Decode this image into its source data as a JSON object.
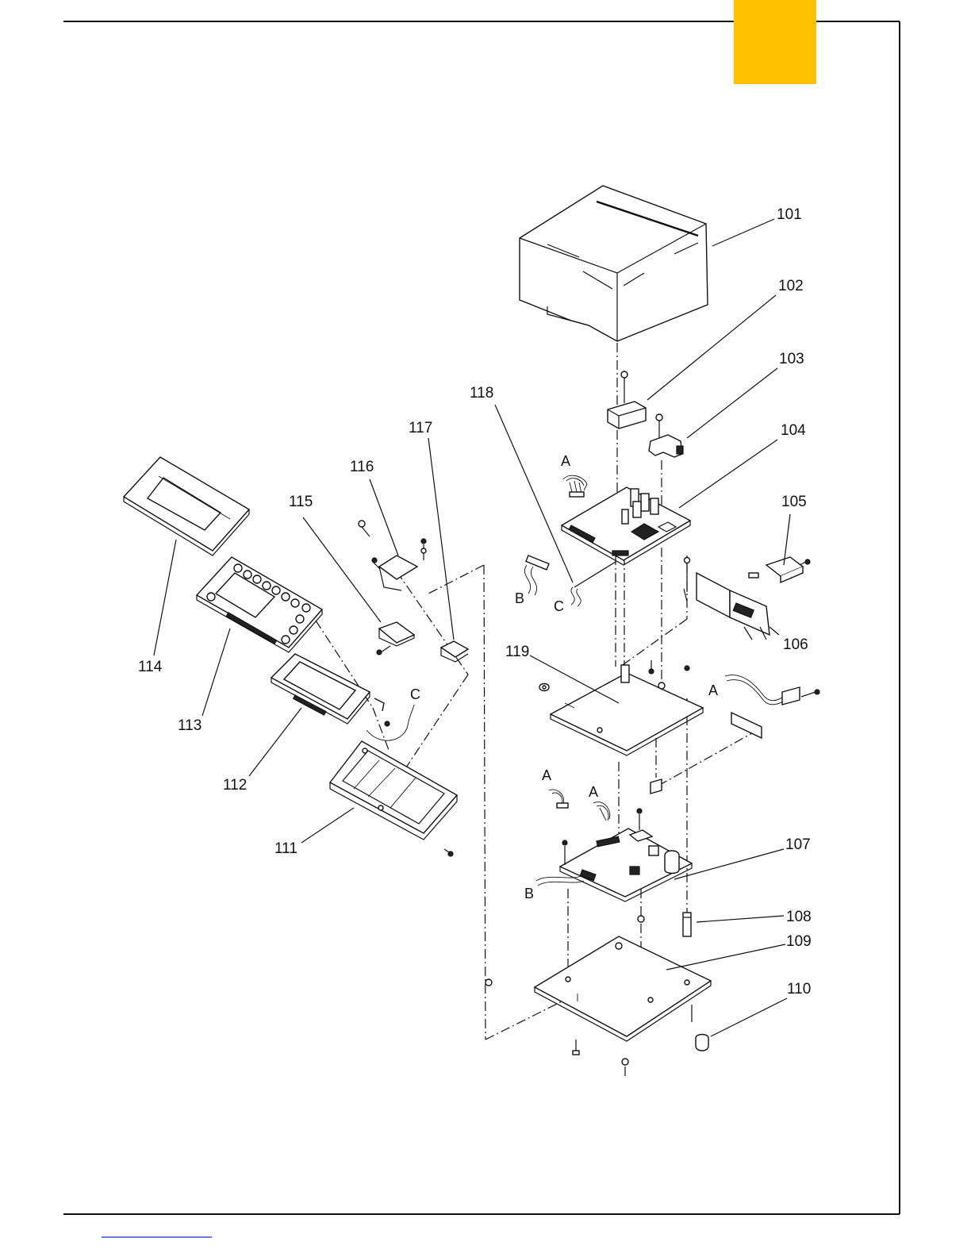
{
  "accent_color": "#FFC000",
  "callouts": {
    "c101": "101",
    "c102": "102",
    "c103": "103",
    "c104": "104",
    "c105": "105",
    "c106": "106",
    "c107": "107",
    "c108": "108",
    "c109": "109",
    "c110": "110",
    "c111": "111",
    "c112": "112",
    "c113": "113",
    "c114": "114",
    "c115": "115",
    "c116": "116",
    "c117": "117",
    "c118": "118",
    "c119": "119"
  },
  "connector_refs": {
    "a": "A",
    "b": "B",
    "c": "C"
  }
}
